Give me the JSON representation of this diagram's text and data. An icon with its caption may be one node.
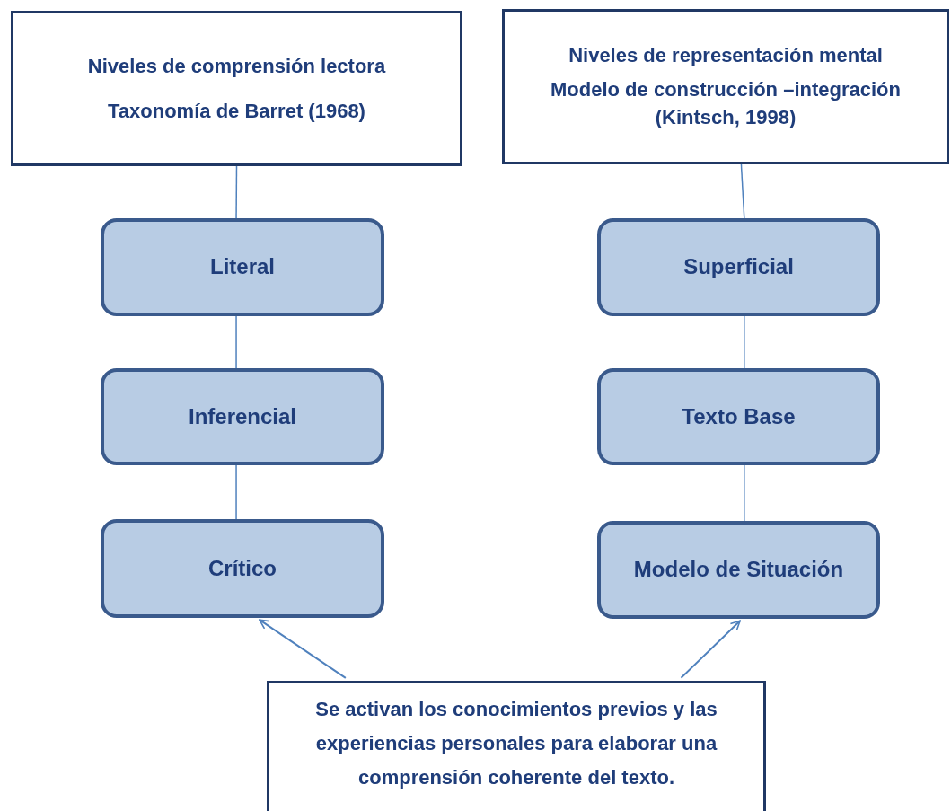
{
  "diagram": {
    "nodes": [
      {
        "text": [
          "Niveles de comprensión lectora",
          "Taxonomía de Barret (1968)"
        ]
      },
      {
        "text": [
          "Niveles de representación mental",
          "Modelo de construcción –integración (Kintsch, 1998)"
        ]
      },
      {
        "text": [
          "Literal"
        ]
      },
      {
        "text": [
          "Inferencial"
        ]
      },
      {
        "text": [
          "Crítico"
        ]
      },
      {
        "text": [
          "Superficial"
        ]
      },
      {
        "text": [
          "Texto Base"
        ]
      },
      {
        "text": [
          "Modelo de Situación"
        ]
      },
      {
        "text": [
          "Se activan los conocimientos previos y las experiencias personales para elaborar una comprensión coherente del texto."
        ]
      }
    ],
    "edges": [
      {
        "from": 0,
        "to": 2,
        "arrow": "none"
      },
      {
        "from": 2,
        "to": 3,
        "arrow": "none"
      },
      {
        "from": 3,
        "to": 4,
        "arrow": "none"
      },
      {
        "from": 1,
        "to": 5,
        "arrow": "none"
      },
      {
        "from": 5,
        "to": 6,
        "arrow": "none"
      },
      {
        "from": 6,
        "to": 7,
        "arrow": "none"
      },
      {
        "from": 8,
        "to": 4,
        "arrow": "to"
      },
      {
        "from": 8,
        "to": 7,
        "arrow": "to"
      }
    ]
  }
}
